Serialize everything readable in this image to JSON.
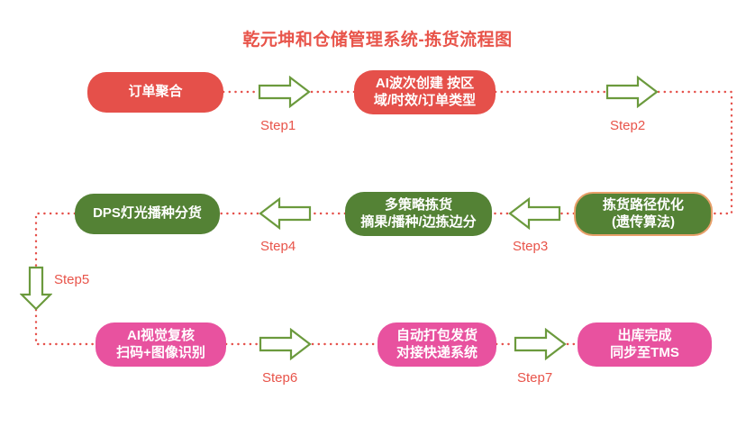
{
  "title": "乾元坤和仓储管理系统-拣货流程图",
  "colors": {
    "title": "#e8544a",
    "red_node": "#e5504a",
    "green_node": "#548235",
    "pink_node": "#e8529f",
    "node_outline": "#e8a06a",
    "arrow_outline": "#6b9a3d",
    "connector": "#e5504a",
    "background": "#ffffff"
  },
  "nodes": [
    {
      "id": "order-aggregation",
      "lines": [
        "订单聚合"
      ],
      "color": "red",
      "outlined": false
    },
    {
      "id": "ai-wave-creation",
      "lines": [
        "AI波次创建 按区",
        "域/时效/订单类型"
      ],
      "color": "red",
      "outlined": false
    },
    {
      "id": "path-optimization",
      "lines": [
        "拣货路径优化",
        "(遗传算法)"
      ],
      "color": "green",
      "outlined": true
    },
    {
      "id": "multi-strategy-pick",
      "lines": [
        "多策略拣货",
        "摘果/播种/边拣边分"
      ],
      "color": "green",
      "outlined": false
    },
    {
      "id": "dps-light-sorting",
      "lines": [
        "DPS灯光播种分货"
      ],
      "color": "green",
      "outlined": false
    },
    {
      "id": "ai-visual-recheck",
      "lines": [
        "AI视觉复核",
        "扫码+图像识别"
      ],
      "color": "pink",
      "outlined": false
    },
    {
      "id": "auto-pack-ship",
      "lines": [
        "自动打包发货",
        "对接快递系统"
      ],
      "color": "pink",
      "outlined": false
    },
    {
      "id": "outbound-complete",
      "lines": [
        "出库完成",
        "同步至TMS"
      ],
      "color": "pink",
      "outlined": false
    }
  ],
  "steps": [
    {
      "id": "step1",
      "label": "Step1",
      "direction": "right"
    },
    {
      "id": "step2",
      "label": "Step2",
      "direction": "right"
    },
    {
      "id": "step3",
      "label": "Step3",
      "direction": "left"
    },
    {
      "id": "step4",
      "label": "Step4",
      "direction": "left"
    },
    {
      "id": "step5",
      "label": "Step5",
      "direction": "down"
    },
    {
      "id": "step6",
      "label": "Step6",
      "direction": "right"
    },
    {
      "id": "step7",
      "label": "Step7",
      "direction": "right"
    }
  ],
  "flow_order": [
    "order-aggregation",
    "ai-wave-creation",
    "path-optimization",
    "multi-strategy-pick",
    "dps-light-sorting",
    "ai-visual-recheck",
    "auto-pack-ship",
    "outbound-complete"
  ]
}
